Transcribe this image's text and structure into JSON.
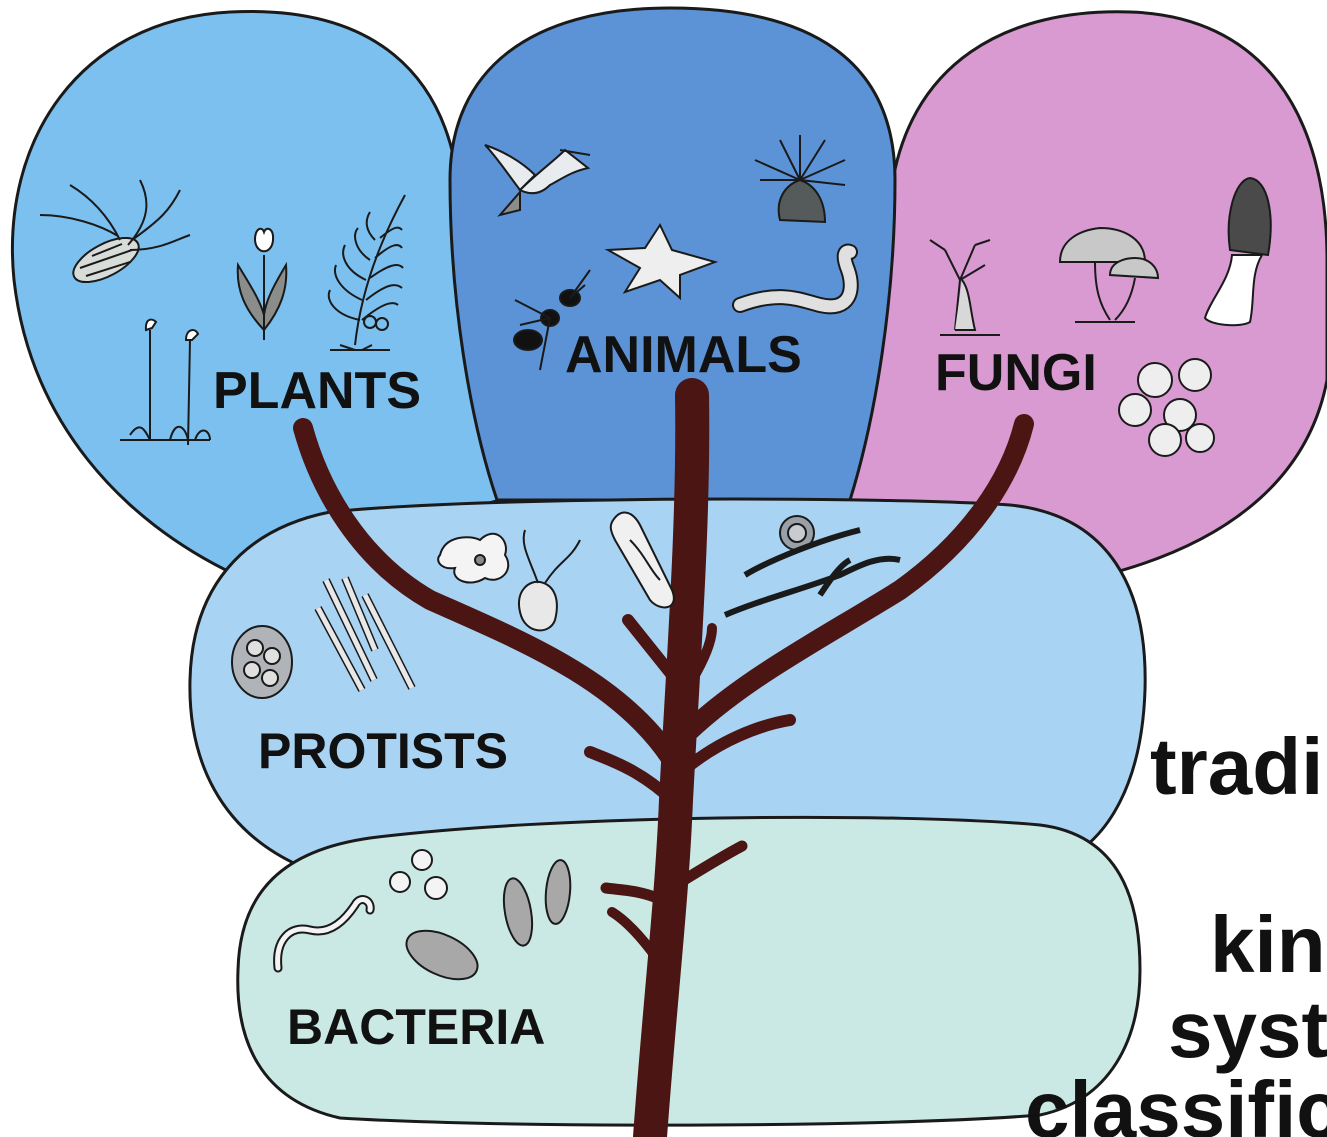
{
  "kingdoms": {
    "plants": {
      "label": "PLANTS",
      "color": "#7cc0ef"
    },
    "animals": {
      "label": "ANIMALS",
      "color": "#5c93d6"
    },
    "fungi": {
      "label": "FUNGI",
      "color": "#d89ad0"
    },
    "protists": {
      "label": "PROTISTS",
      "color": "#a9d3f3"
    },
    "bacteria": {
      "label": "BACTERIA",
      "color": "#cbe9e4"
    }
  },
  "tree": {
    "color": "#4a1512"
  },
  "caption": {
    "line1": "tradi",
    "line2": "kin",
    "line3": "syst",
    "line4": "classific"
  }
}
